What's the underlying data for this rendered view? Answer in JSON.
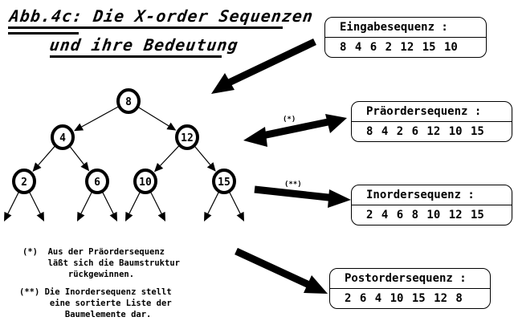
{
  "title": {
    "line1": "Abb.4c: Die X-order Sequenzen",
    "line2": "und ihre Bedeutung"
  },
  "boxes": {
    "input": {
      "label": "Eingabesequenz :",
      "values": "8 4 6 2 12 15 10"
    },
    "preorder": {
      "label": "Präordersequenz :",
      "values": "8 4 2 6 12 10 15"
    },
    "inorder": {
      "label": "Inordersequenz :",
      "values": "2 4 6 8 10 12 15"
    },
    "postorder": {
      "label": "Postordersequenz :",
      "values": "2 6 4 10 15 12 8"
    }
  },
  "arrow_labels": {
    "preorder": "(*)",
    "inorder": "(**)"
  },
  "tree": {
    "nodes": [
      {
        "id": "n8",
        "value": "8",
        "parent": null
      },
      {
        "id": "n4",
        "value": "4",
        "parent": "n8"
      },
      {
        "id": "n12",
        "value": "12",
        "parent": "n8"
      },
      {
        "id": "n2",
        "value": "2",
        "parent": "n4"
      },
      {
        "id": "n6",
        "value": "6",
        "parent": "n4"
      },
      {
        "id": "n10",
        "value": "10",
        "parent": "n12"
      },
      {
        "id": "n15",
        "value": "15",
        "parent": "n12"
      }
    ]
  },
  "notes": {
    "note1": "(*)  Aus der Präordersequenz\n     läßt sich die Baumstruktur\n         rückgewinnen.",
    "note2": "(**) Die Inordersequenz stellt\n      eine sortierte Liste der\n         Baumelemente dar."
  }
}
